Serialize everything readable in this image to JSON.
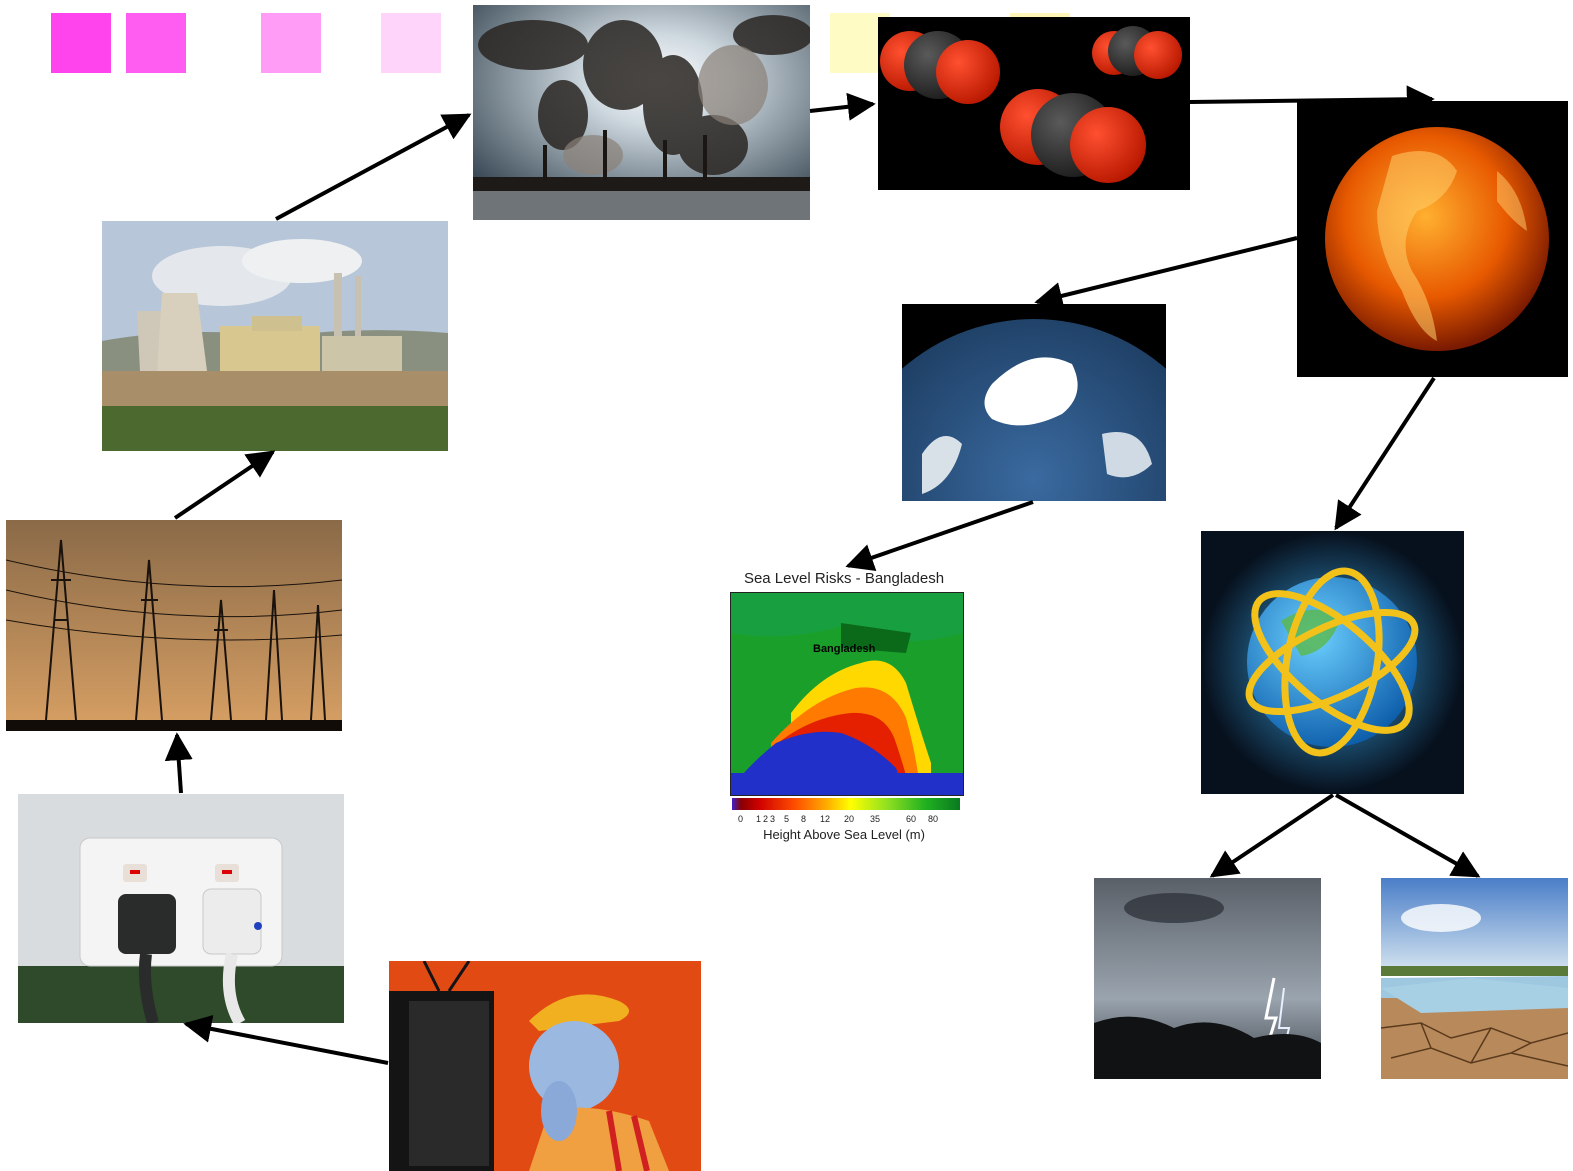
{
  "palette": {
    "swatches": [
      "#ff44ee",
      "#ff5cf2",
      "#ff9cf6",
      "#ffd4fb",
      "#fffbc4",
      "#fff6b8"
    ],
    "arrow": "#000000",
    "land_high": "#1aa02a",
    "land_mid": "#ffd800",
    "land_low": "#e42000",
    "sea": "#2030c8"
  },
  "nodes": [
    {
      "id": "tv-viewer",
      "icon": "boy-watching-tv-image"
    },
    {
      "id": "power-outlet",
      "icon": "power-outlet-plugs-image"
    },
    {
      "id": "power-lines",
      "icon": "power-lines-image"
    },
    {
      "id": "power-station",
      "icon": "power-station-image"
    },
    {
      "id": "smokestacks",
      "icon": "smokestack-emissions-image"
    },
    {
      "id": "co2-molecules",
      "icon": "co2-molecules-image"
    },
    {
      "id": "hot-earth",
      "icon": "hot-earth-image"
    },
    {
      "id": "arctic-ice",
      "icon": "arctic-ice-globe-image"
    },
    {
      "id": "sea-level-map",
      "icon": "bangladesh-map-image"
    },
    {
      "id": "climate-globe",
      "icon": "climate-circulation-globe-image"
    },
    {
      "id": "storm",
      "icon": "lightning-storm-image"
    },
    {
      "id": "drought",
      "icon": "drought-image"
    }
  ],
  "sea_map": {
    "title": "Sea Level Risks - Bangladesh",
    "country_label": "Bangladesh",
    "legend_ticks": [
      "0",
      "1",
      "2",
      "3",
      "5",
      "8",
      "12",
      "20",
      "35",
      "60",
      "80"
    ],
    "xlabel": "Height Above Sea Level (m)"
  }
}
